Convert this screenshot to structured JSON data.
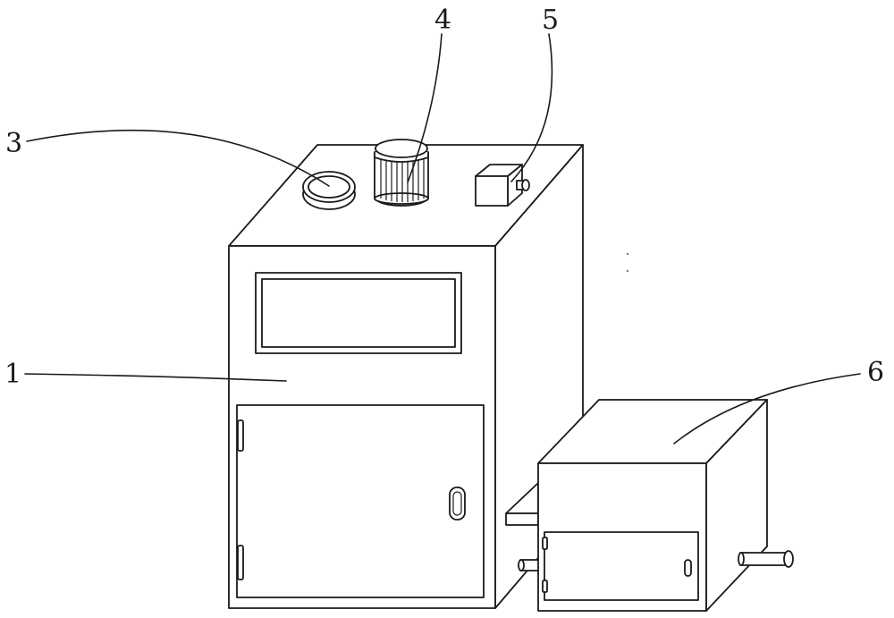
{
  "callouts": {
    "c1": "1",
    "c3": "3",
    "c4": "4",
    "c5": "5",
    "c6": "6"
  },
  "colors": {
    "line": "#1a1a1a",
    "background": "#ffffff"
  }
}
